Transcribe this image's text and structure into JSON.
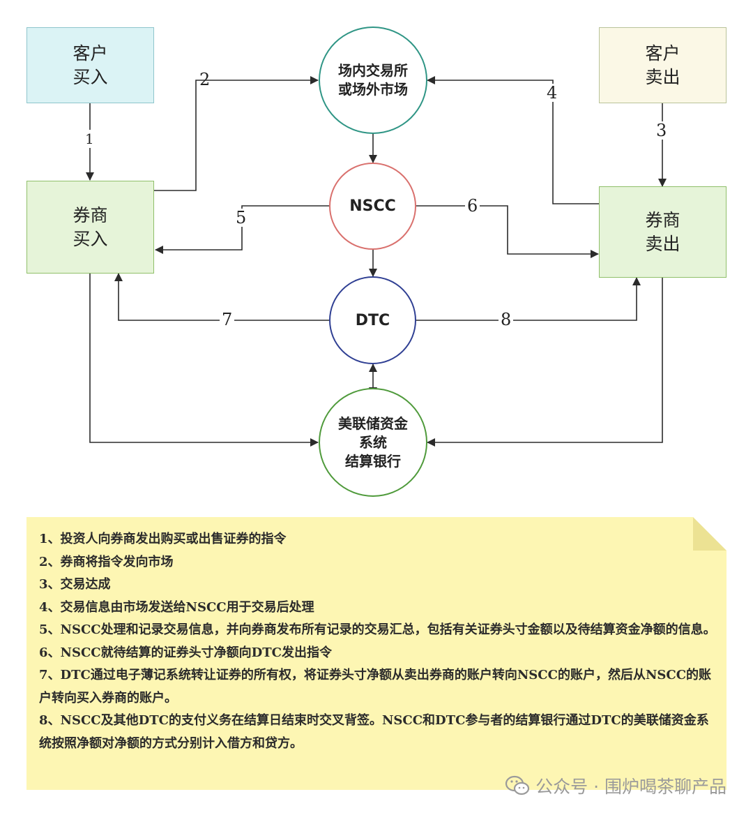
{
  "diagram": {
    "nodes": {
      "client_buy": "客户\n买入",
      "client_sell": "客户\n卖出",
      "broker_buy": "券商\n买入",
      "broker_sell": "券商\n卖出",
      "exchange": "场内交易所\n或场外市场",
      "nscc": "NSCC",
      "dtc": "DTC",
      "fed": "美联储资金\n系统\n结算银行"
    },
    "edge_labels": {
      "e1": "1",
      "e2": "2",
      "e3": "3",
      "e4": "4",
      "e5": "5",
      "e6": "6",
      "e7": "7",
      "e8": "8"
    },
    "colors": {
      "client_buy_fill": "#dbf3f5",
      "client_buy_border": "#8ec5cc",
      "client_sell_fill": "#fbf8e6",
      "client_sell_border": "#b9c39a",
      "broker_fill": "#e6f4d9",
      "broker_border": "#8fbf69",
      "exchange_ring": "#2f9585",
      "nscc_ring": "#d9706d",
      "dtc_ring": "#2f3f93",
      "fed_ring": "#4f9a3b",
      "line": "#2b2b2b"
    }
  },
  "notes": {
    "lines": [
      "1、投资人向券商发出购买或出售证券的指令",
      "2、券商将指令发向市场",
      "3、交易达成",
      "4、交易信息由市场发送给NSCC用于交易后处理",
      "5、NSCC处理和记录交易信息，并向券商发布所有记录的交易汇总，包括有关证券头寸金额以及待结算资金净额的信息。",
      "6、NSCC就待结算的证券头寸净额向DTC发出指令",
      "7、DTC通过电子薄记系统转让证券的所有权，将证券头寸净额从卖出券商的账户转向NSCC的账户，然后从NSCC的账户转向买入券商的账户。",
      "8、NSCC及其他DTC的支付义务在结算日结束时交叉背签。NSCC和DTC参与者的结算银行通过DTC的美联储资金系统按照净额对净额的方式分别计入借方和贷方。"
    ],
    "fill": "#fdf6b3"
  },
  "watermark": {
    "text": "公众号 · 围炉喝茶聊产品",
    "icon": "wechat-icon"
  }
}
